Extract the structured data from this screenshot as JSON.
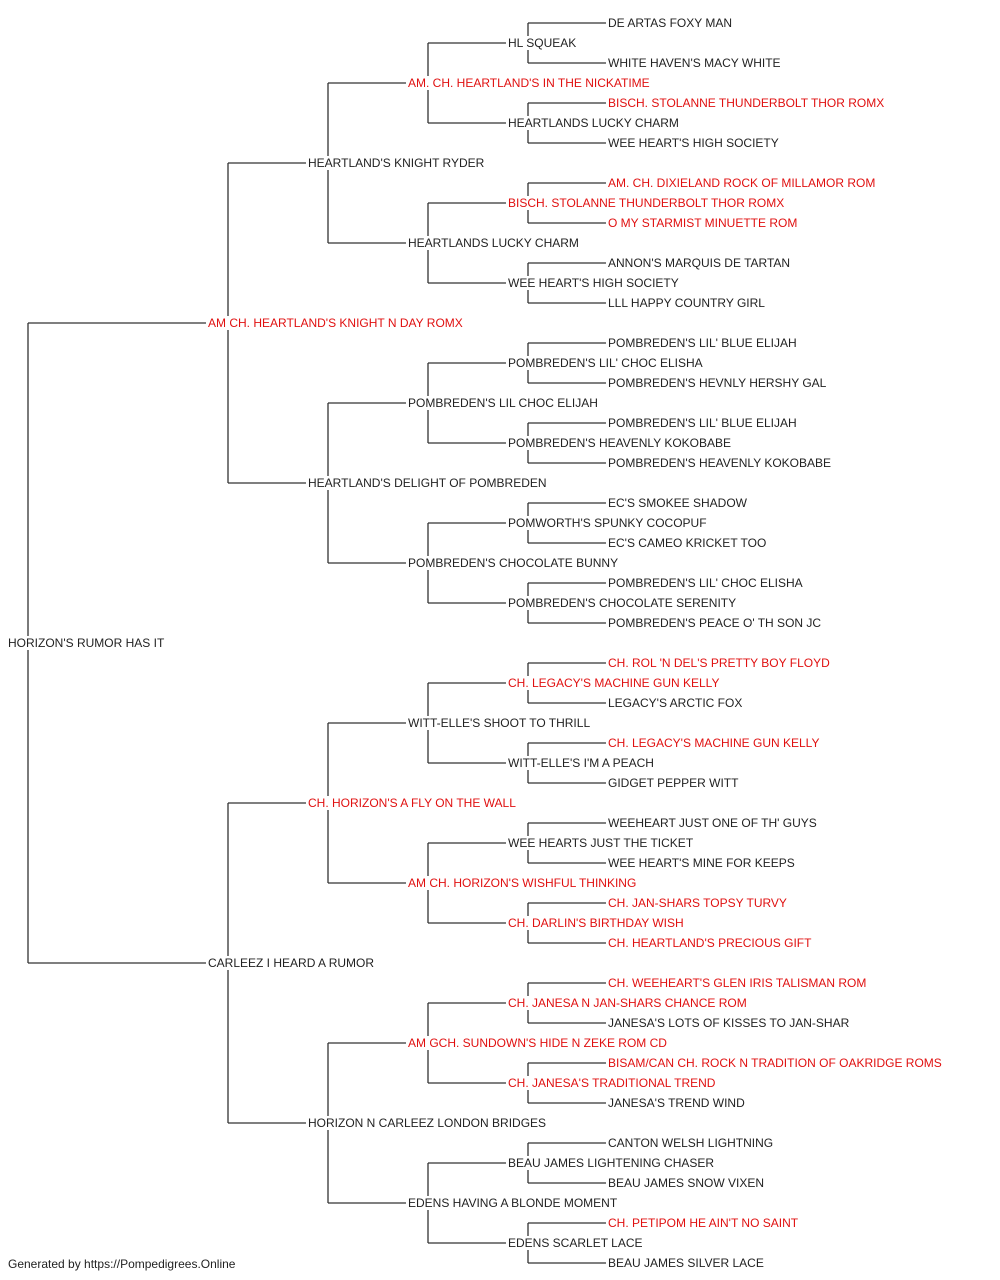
{
  "colors": {
    "line": "#333333",
    "text": "#222222",
    "titled": "#e01010"
  },
  "pedigree": {
    "name": "HORIZON'S RUMOR HAS IT",
    "sire": {
      "name": "AM CH. HEARTLAND'S KNIGHT N DAY ROMX",
      "titled": true,
      "sire": {
        "name": "HEARTLAND'S KNIGHT RYDER",
        "sire": {
          "name": "AM. CH. HEARTLAND'S IN THE NICKATIME",
          "titled": true,
          "sire": {
            "name": "HL SQUEAK",
            "sire": {
              "name": "DE ARTAS FOXY MAN"
            },
            "dam": {
              "name": "WHITE HAVEN'S MACY WHITE"
            }
          },
          "dam": {
            "name": "HEARTLANDS LUCKY CHARM",
            "sire": {
              "name": "BISCH. STOLANNE THUNDERBOLT THOR ROMX",
              "titled": true
            },
            "dam": {
              "name": "WEE HEART'S HIGH SOCIETY"
            }
          }
        },
        "dam": {
          "name": "HEARTLANDS LUCKY CHARM",
          "sire": {
            "name": "BISCH. STOLANNE THUNDERBOLT THOR ROMX",
            "titled": true,
            "sire": {
              "name": "AM. CH. DIXIELAND ROCK OF MILLAMOR ROM",
              "titled": true
            },
            "dam": {
              "name": "O MY STARMIST MINUETTE ROM",
              "titled": true
            }
          },
          "dam": {
            "name": "WEE HEART'S HIGH SOCIETY",
            "sire": {
              "name": "ANNON'S MARQUIS DE TARTAN"
            },
            "dam": {
              "name": "LLL HAPPY COUNTRY GIRL"
            }
          }
        }
      },
      "dam": {
        "name": "HEARTLAND'S DELIGHT OF POMBREDEN",
        "sire": {
          "name": "POMBREDEN'S LIL CHOC ELIJAH",
          "sire": {
            "name": "POMBREDEN'S LIL' CHOC ELISHA",
            "sire": {
              "name": "POMBREDEN'S LIL' BLUE ELIJAH"
            },
            "dam": {
              "name": "POMBREDEN'S HEVNLY HERSHY GAL"
            }
          },
          "dam": {
            "name": "POMBREDEN'S HEAVENLY KOKOBABE",
            "sire": {
              "name": "POMBREDEN'S LIL' BLUE ELIJAH"
            },
            "dam": {
              "name": "POMBREDEN'S HEAVENLY KOKOBABE"
            }
          }
        },
        "dam": {
          "name": "POMBREDEN'S CHOCOLATE BUNNY",
          "sire": {
            "name": "POMWORTH'S SPUNKY COCOPUF",
            "sire": {
              "name": "EC'S SMOKEE SHADOW"
            },
            "dam": {
              "name": "EC'S CAMEO KRICKET TOO"
            }
          },
          "dam": {
            "name": "POMBREDEN'S CHOCOLATE SERENITY",
            "sire": {
              "name": "POMBREDEN'S LIL' CHOC ELISHA"
            },
            "dam": {
              "name": "POMBREDEN'S PEACE O' TH SON JC"
            }
          }
        }
      }
    },
    "dam": {
      "name": "CARLEEZ I HEARD A RUMOR",
      "sire": {
        "name": "CH. HORIZON'S A FLY ON THE WALL",
        "titled": true,
        "sire": {
          "name": "WITT-ELLE'S SHOOT TO THRILL",
          "sire": {
            "name": "CH. LEGACY'S MACHINE GUN KELLY",
            "titled": true,
            "sire": {
              "name": "CH. ROL 'N DEL'S PRETTY BOY FLOYD",
              "titled": true
            },
            "dam": {
              "name": "LEGACY'S ARCTIC FOX"
            }
          },
          "dam": {
            "name": "WITT-ELLE'S I'M A PEACH",
            "sire": {
              "name": "CH. LEGACY'S MACHINE GUN KELLY",
              "titled": true
            },
            "dam": {
              "name": "GIDGET PEPPER WITT"
            }
          }
        },
        "dam": {
          "name": "AM CH. HORIZON'S WISHFUL THINKING",
          "titled": true,
          "sire": {
            "name": "WEE HEARTS JUST THE TICKET",
            "sire": {
              "name": "WEEHEART JUST ONE OF TH' GUYS"
            },
            "dam": {
              "name": "WEE HEART'S MINE FOR KEEPS"
            }
          },
          "dam": {
            "name": "CH. DARLIN'S BIRTHDAY WISH",
            "titled": true,
            "sire": {
              "name": "CH. JAN-SHARS TOPSY TURVY",
              "titled": true
            },
            "dam": {
              "name": "CH. HEARTLAND'S PRECIOUS GIFT",
              "titled": true
            }
          }
        }
      },
      "dam": {
        "name": "HORIZON N CARLEEZ LONDON BRIDGES",
        "sire": {
          "name": "AM GCH. SUNDOWN'S HIDE N ZEKE ROM CD",
          "titled": true,
          "sire": {
            "name": "CH. JANESA N JAN-SHARS CHANCE ROM",
            "titled": true,
            "sire": {
              "name": "CH. WEEHEART'S GLEN IRIS TALISMAN ROM",
              "titled": true
            },
            "dam": {
              "name": "JANESA'S LOTS OF KISSES TO JAN-SHAR"
            }
          },
          "dam": {
            "name": "CH. JANESA'S TRADITIONAL TREND",
            "titled": true,
            "sire": {
              "name": "BISAM/CAN CH. ROCK N TRADITION OF OAKRIDGE ROMS",
              "titled": true
            },
            "dam": {
              "name": "JANESA'S TREND WIND"
            }
          }
        },
        "dam": {
          "name": "EDENS HAVING A BLONDE MOMENT",
          "sire": {
            "name": "BEAU JAMES LIGHTENING CHASER",
            "sire": {
              "name": "CANTON WELSH LIGHTNING"
            },
            "dam": {
              "name": "BEAU JAMES SNOW VIXEN"
            }
          },
          "dam": {
            "name": "EDENS SCARLET LACE",
            "sire": {
              "name": "CH. PETIPOM HE AIN'T NO SAINT",
              "titled": true
            },
            "dam": {
              "name": "BEAU JAMES SILVER LACE"
            }
          }
        }
      }
    }
  },
  "footer": "Generated by https://Pompedigrees.Online"
}
